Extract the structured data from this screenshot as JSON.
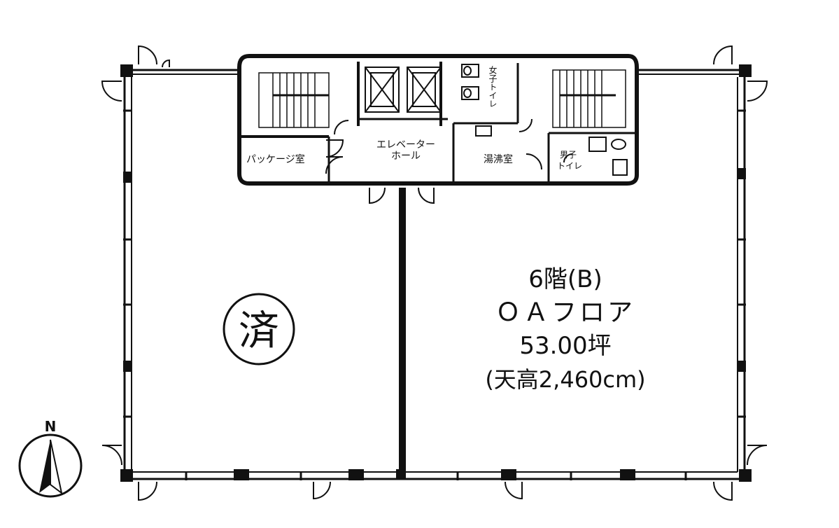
{
  "rooms": {
    "package_room": "パッケージ室",
    "elevator_hall_line1": "エレベーター",
    "elevator_hall_line2": "ホール",
    "kitchenette": "湯沸室",
    "womens_toilet": "女子トイレ",
    "mens_toilet_line1": "男子",
    "mens_toilet_line2": "トイレ"
  },
  "unit_info": {
    "floor": "6階(B)",
    "floor_type": "ＯＡフロア",
    "area": "53.00坪",
    "ceiling": "(天高2,460cm)"
  },
  "stamp": {
    "text": "済"
  },
  "compass": {
    "label": "N"
  }
}
